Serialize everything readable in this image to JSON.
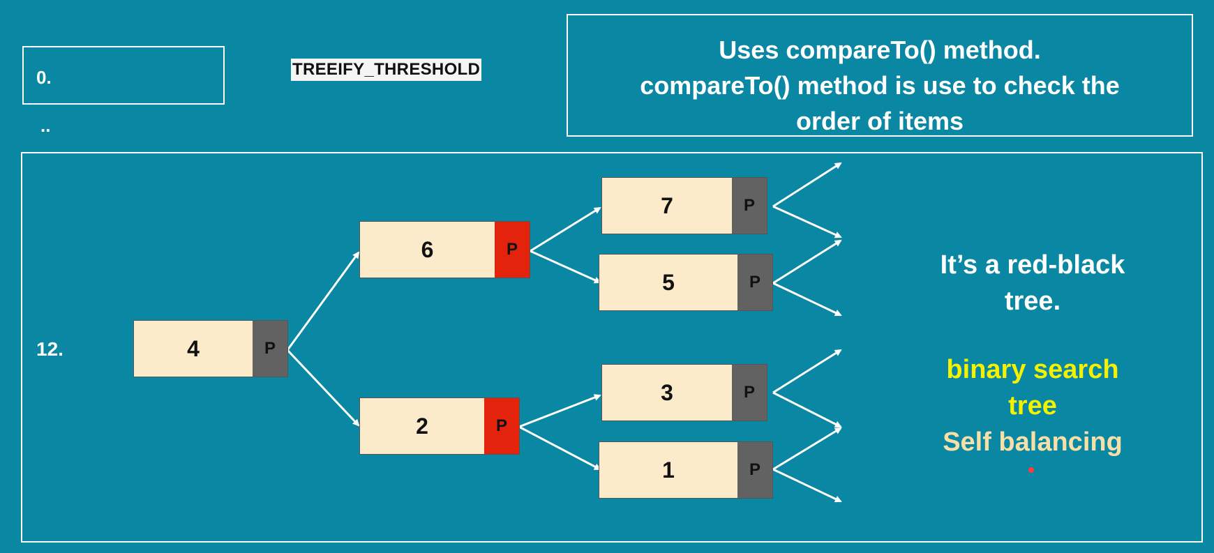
{
  "bucket_top": {
    "index": "0.",
    "ellipsis": ".."
  },
  "threshold_label": "TREEIFY_THRESHOLD",
  "note": {
    "line1": "Uses compareTo() method.",
    "line2": "compareTo() method is use to check the",
    "line3": "order of items"
  },
  "bucket_main": {
    "index": "12."
  },
  "nodes": {
    "n4": {
      "value": "4",
      "pointer": "P",
      "pointer_color": "#626262"
    },
    "n6": {
      "value": "6",
      "pointer": "P",
      "pointer_color": "#e3230b"
    },
    "n2": {
      "value": "2",
      "pointer": "P",
      "pointer_color": "#e3230b"
    },
    "n7": {
      "value": "7",
      "pointer": "P",
      "pointer_color": "#626262"
    },
    "n5": {
      "value": "5",
      "pointer": "P",
      "pointer_color": "#626262"
    },
    "n3": {
      "value": "3",
      "pointer": "P",
      "pointer_color": "#626262"
    },
    "n1": {
      "value": "1",
      "pointer": "P",
      "pointer_color": "#626262"
    }
  },
  "side_text": {
    "line1a": "It’s a red-black",
    "line1b": "tree.",
    "line2a": "binary search",
    "line2b": "tree",
    "line3": "Self balancing"
  },
  "colors": {
    "background": "#0a87a3",
    "node_fill": "#fbebcb",
    "highlight_yellow": "#f4f200"
  }
}
